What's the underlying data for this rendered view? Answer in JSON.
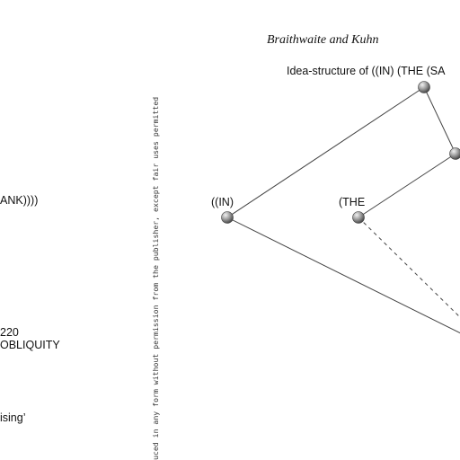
{
  "header": {
    "running_head": "Braithwaite and Kuhn"
  },
  "figure": {
    "title": "Idea-structure of ((IN) (THE (SA",
    "nodes": [
      {
        "id": "in",
        "label": "((IN)"
      },
      {
        "id": "the",
        "label": "(THE"
      },
      {
        "id": "root",
        "label": ""
      },
      {
        "id": "inner",
        "label": ""
      },
      {
        "id": "offpage",
        "label": ""
      }
    ]
  },
  "left_margin": {
    "fragment_ank": "ANK))))",
    "fragment_220": "220",
    "fragment_obliquity": "OBLIQUITY",
    "fragment_ising": "ising’"
  },
  "copyright_notice": "uced in any form without permission from the publisher, except fair uses permitted"
}
